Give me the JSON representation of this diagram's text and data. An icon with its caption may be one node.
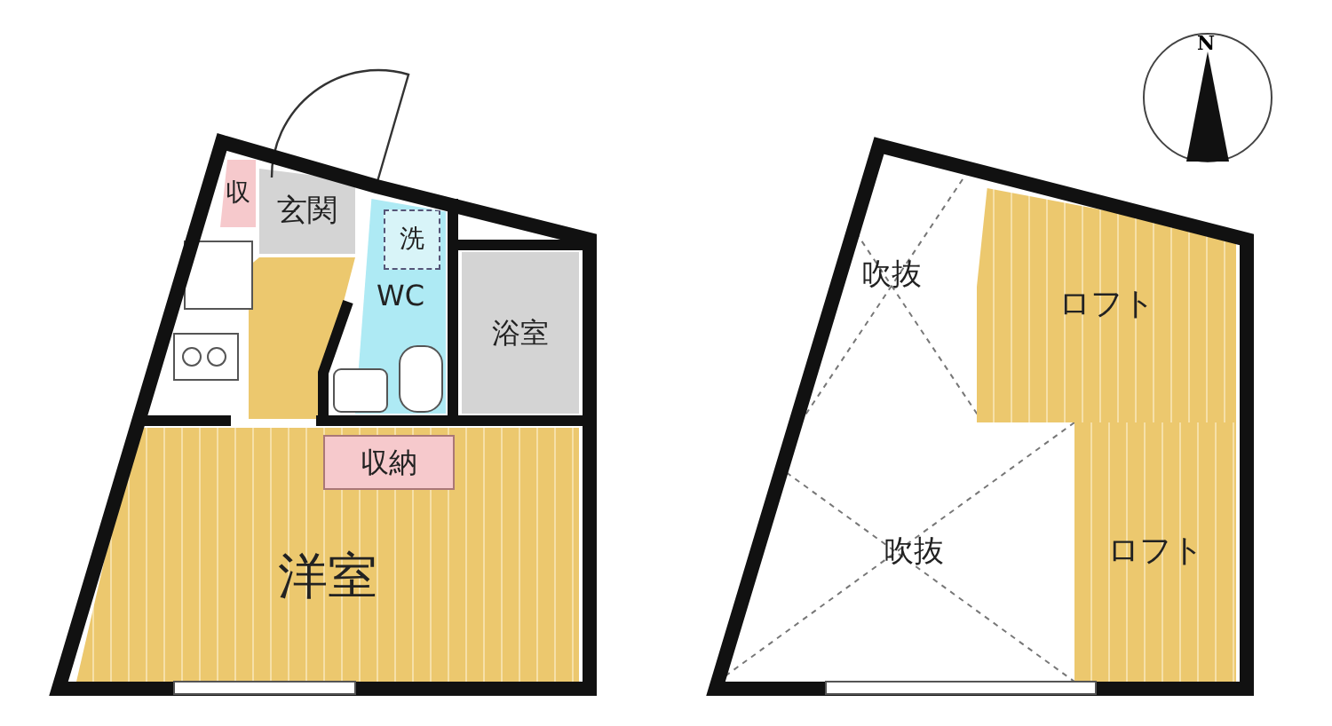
{
  "diagram": {
    "nodes": [
      {
        "text": [
          "収"
        ]
      },
      {
        "text": [
          "玄関"
        ]
      },
      {
        "text": [
          "WC"
        ]
      },
      {
        "text": [
          "洗"
        ],
        "in": 2
      },
      {
        "text": [
          "浴室"
        ]
      },
      {
        "text": [
          "洋室"
        ]
      },
      {
        "text": [
          "収納"
        ],
        "in": 5
      },
      {
        "text": [
          "吹抜"
        ]
      },
      {
        "text": [
          "ロフト"
        ]
      },
      {
        "text": [
          "吹抜"
        ]
      },
      {
        "text": [
          "ロフト"
        ]
      }
    ],
    "labels": [
      "N"
    ]
  }
}
